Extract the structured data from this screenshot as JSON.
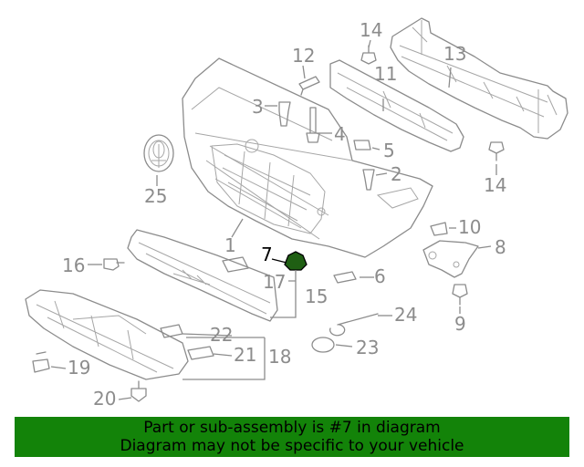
{
  "callouts": {
    "c1": "1",
    "c2": "2",
    "c3": "3",
    "c4": "4",
    "c5": "5",
    "c6": "6",
    "c7": "7",
    "c8": "8",
    "c9": "9",
    "c10": "10",
    "c11": "11",
    "c12": "12",
    "c13": "13",
    "c14a": "14",
    "c14b": "14",
    "c15": "15",
    "c16": "16",
    "c17": "17",
    "c18": "18",
    "c19": "19",
    "c20": "20",
    "c21": "21",
    "c22": "22",
    "c23": "23",
    "c24": "24",
    "c25": "25"
  },
  "highlight": {
    "part": "7",
    "color": "#138309",
    "line1": "Part or sub-assembly is #7 in diagram",
    "line2": "Diagram may not be specific to your vehicle"
  },
  "colors": {
    "line": "#8c8c8c",
    "highlight_part": "#1f5f13"
  }
}
